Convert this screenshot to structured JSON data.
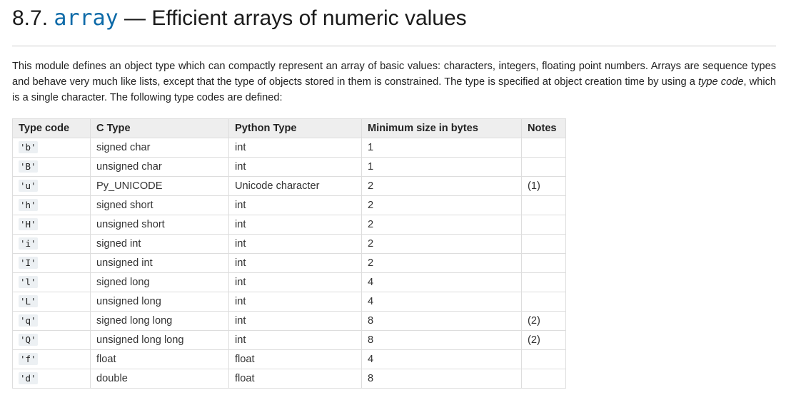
{
  "header": {
    "section_number": "8.7.",
    "module_name": "array",
    "title_rest": "— Efficient arrays of numeric values"
  },
  "intro": {
    "text_before": "This module defines an object type which can compactly represent an array of basic values: characters, integers, floating point numbers. Arrays are sequence types and behave very much like lists, except that the type of objects stored in them is constrained. The type is specified at object creation time by using a ",
    "emphasis": "type code",
    "text_after": ", which is a single character. The following type codes are defined:"
  },
  "table": {
    "headers": [
      "Type code",
      "C Type",
      "Python Type",
      "Minimum size in bytes",
      "Notes"
    ],
    "rows": [
      [
        "'b'",
        "signed char",
        "int",
        "1",
        ""
      ],
      [
        "'B'",
        "unsigned char",
        "int",
        "1",
        ""
      ],
      [
        "'u'",
        "Py_UNICODE",
        "Unicode character",
        "2",
        "(1)"
      ],
      [
        "'h'",
        "signed short",
        "int",
        "2",
        ""
      ],
      [
        "'H'",
        "unsigned short",
        "int",
        "2",
        ""
      ],
      [
        "'i'",
        "signed int",
        "int",
        "2",
        ""
      ],
      [
        "'I'",
        "unsigned int",
        "int",
        "2",
        ""
      ],
      [
        "'l'",
        "signed long",
        "int",
        "4",
        ""
      ],
      [
        "'L'",
        "unsigned long",
        "int",
        "4",
        ""
      ],
      [
        "'q'",
        "signed long long",
        "int",
        "8",
        "(2)"
      ],
      [
        "'Q'",
        "unsigned long long",
        "int",
        "8",
        "(2)"
      ],
      [
        "'f'",
        "float",
        "float",
        "4",
        ""
      ],
      [
        "'d'",
        "double",
        "float",
        "8",
        ""
      ]
    ]
  },
  "colors": {
    "module_link": "#0d6aa8",
    "header_bg": "#eeeeee",
    "code_bg": "#ecf0f3",
    "border": "#dddddd"
  }
}
